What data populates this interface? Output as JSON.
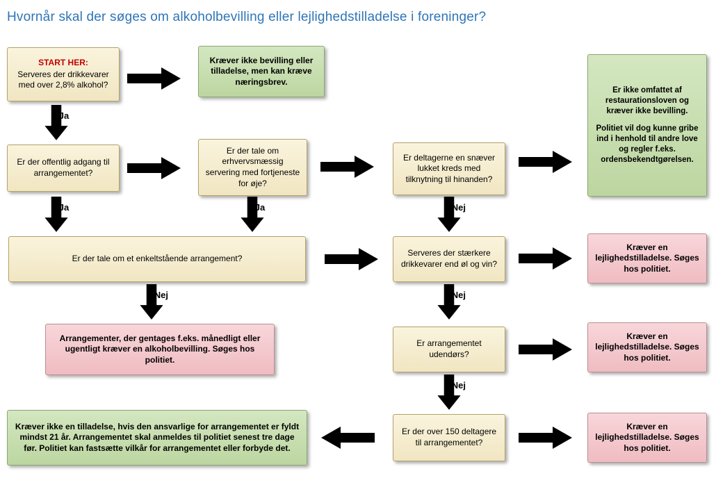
{
  "title": "Hvornår skal der søges om alkoholbevilling eller lejlighedstilladelse i foreninger?",
  "labels": {
    "ja": "Ja",
    "nej": "Nej"
  },
  "colors": {
    "title_text": "#2E75B6",
    "question_box": "#F5EDCB",
    "green_box": "#C5DDA9",
    "pink_box": "#F2C4C9",
    "ja_arrow": "#4E9B2F",
    "nej_arrow": "#E30000",
    "start_heading": "#C00000"
  },
  "nodes": {
    "start": {
      "heading": "START HER:",
      "text": "Serveres der drikkevarer med over 2,8% alkohol?"
    },
    "no_license_needed": {
      "text": "Kræver ikke bevilling eller tilladelse, men kan kræve næringsbrev."
    },
    "public_access": {
      "text": "Er der offentlig adgang til arrangementet?"
    },
    "commercial_serving": {
      "text": "Er der tale om erhvervsmæssig servering med fortjeneste for øje?"
    },
    "closed_circle": {
      "text": "Er deltagerne en snæver lukket kreds med tilknytning til hinanden?"
    },
    "not_covered": {
      "p1": "Er ikke omfattet af restaurationsloven og kræver ikke bevilling.",
      "p2": "Politiet vil dog kunne gribe ind i henhold til andre love og regler f.eks. ordensbekendtgørelsen."
    },
    "single_event": {
      "text": "Er der tale om et enkeltstående arrangement?"
    },
    "stronger_drinks": {
      "text": "Serveres der stærkere drikkevarer end øl og vin?"
    },
    "occasional_permit_1": {
      "text": "Kræver en lejlighedstilladelse. Søges hos politiet."
    },
    "repeated_events": {
      "text": "Arrangementer, der gentages f.eks. månedligt eller ugentligt kræver en alkoholbevilling. Søges hos politiet."
    },
    "outdoors": {
      "text": "Er arrangementet udendørs?"
    },
    "occasional_permit_2": {
      "text": "Kræver en lejlighedstilladelse. Søges hos politiet."
    },
    "over_150": {
      "text": "Er der over 150 deltagere til arrangementet?"
    },
    "occasional_permit_3": {
      "text": "Kræver en lejlighedstilladelse. Søges hos politiet."
    },
    "no_permit_21": {
      "text": "Kræver ikke en tilladelse, hvis den ansvarlige for arrangementet er fyldt mindst 21 år. Arrangementet skal anmeldes til politiet senest tre dage før. Politiet kan fastsætte vilkår for arrangementet eller forbyde det."
    }
  }
}
